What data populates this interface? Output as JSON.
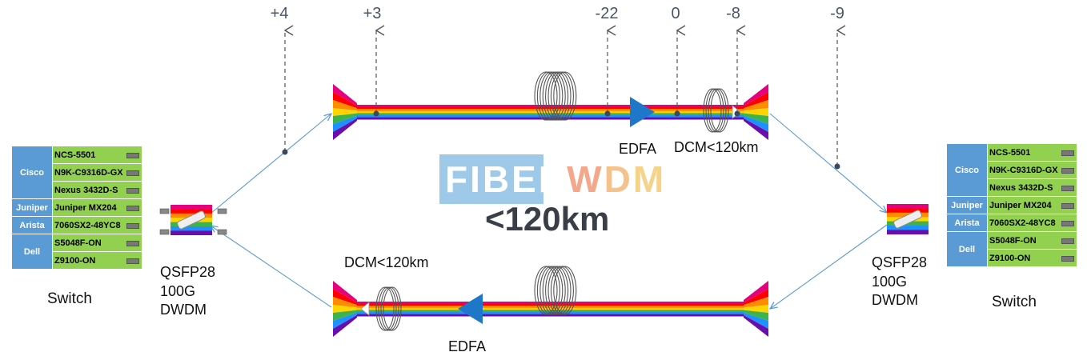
{
  "power_levels": [
    "+4",
    "+3",
    "-22",
    "0",
    "-8",
    "-9"
  ],
  "labels": {
    "edfa_top": "EDFA",
    "dcm_top": "DCM<120km",
    "dcm_bottom": "DCM<120km",
    "edfa_bottom": "EDFA",
    "distance": "<120km",
    "logo_fiber": "FIBER",
    "logo_wdm": "WDM"
  },
  "left": {
    "module": [
      "QSFP28",
      "100G",
      "DWDM"
    ],
    "caption": "Switch",
    "vendors": [
      {
        "name": "Cisco",
        "models": [
          "NCS-5501",
          "N9K-C9316D-GX",
          "Nexus 3432D-S"
        ]
      },
      {
        "name": "Juniper",
        "models": [
          "Juniper MX204"
        ]
      },
      {
        "name": "Arista",
        "models": [
          "7060SX2-48YC8"
        ]
      },
      {
        "name": "Dell",
        "models": [
          "S5048F-ON",
          "Z9100-ON"
        ]
      }
    ]
  },
  "right": {
    "module": [
      "QSFP28",
      "100G",
      "DWDM"
    ],
    "caption": "Switch",
    "vendors": [
      {
        "name": "Cisco",
        "models": [
          "NCS-5501",
          "N9K-C9316D-GX",
          "Nexus 3432D-S"
        ]
      },
      {
        "name": "Juniper",
        "models": [
          "Juniper MX204"
        ]
      },
      {
        "name": "Arista",
        "models": [
          "7060SX2-48YC8"
        ]
      },
      {
        "name": "Dell",
        "models": [
          "S5048F-ON",
          "Z9100-ON"
        ]
      }
    ]
  },
  "colors": {
    "spectrum": [
      "#e4007f",
      "#ff0000",
      "#ff8c00",
      "#ffd400",
      "#3cb44b",
      "#1e90ff",
      "#6a0dad"
    ],
    "triangle": "#1f77c9",
    "arrow": "#5b9bd5",
    "dashed": "#555555"
  }
}
